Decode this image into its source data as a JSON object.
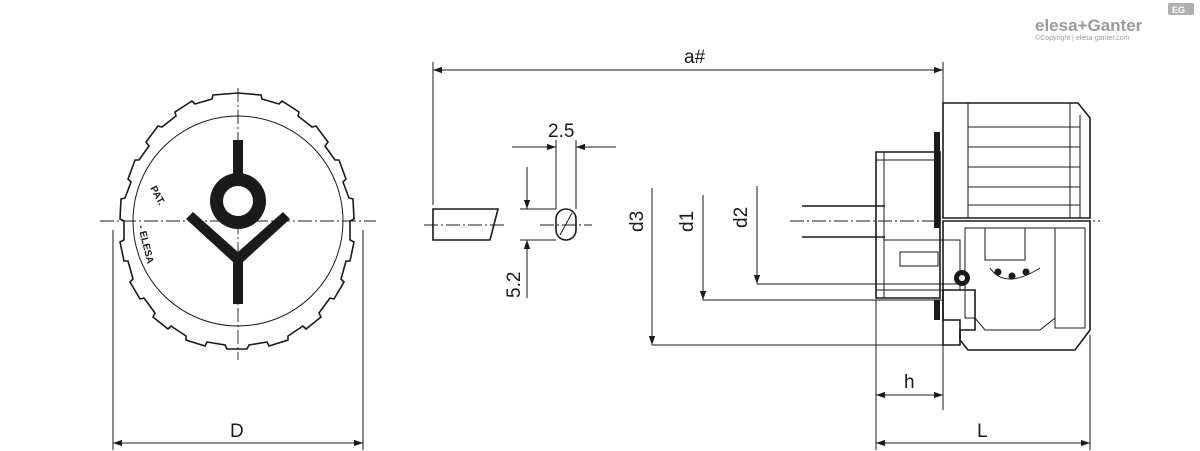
{
  "brand": {
    "name": "elesa+Ganter",
    "copyright": "©Copyright | elesa-ganter.com",
    "badge": "EG"
  },
  "knob_front": {
    "marking_left": "PAT.",
    "marking_right": "- ELESA"
  },
  "dimensions": {
    "overall": "a#",
    "slot_width": "2.5",
    "slot_height": "5.2",
    "diameter_3": "d3",
    "diameter_1": "d1",
    "diameter_2": "d2",
    "diameter_knob": "D",
    "height_h": "h",
    "length": "L"
  },
  "colors": {
    "line": "#1a1a1a",
    "brand": "#9a9a9a"
  }
}
